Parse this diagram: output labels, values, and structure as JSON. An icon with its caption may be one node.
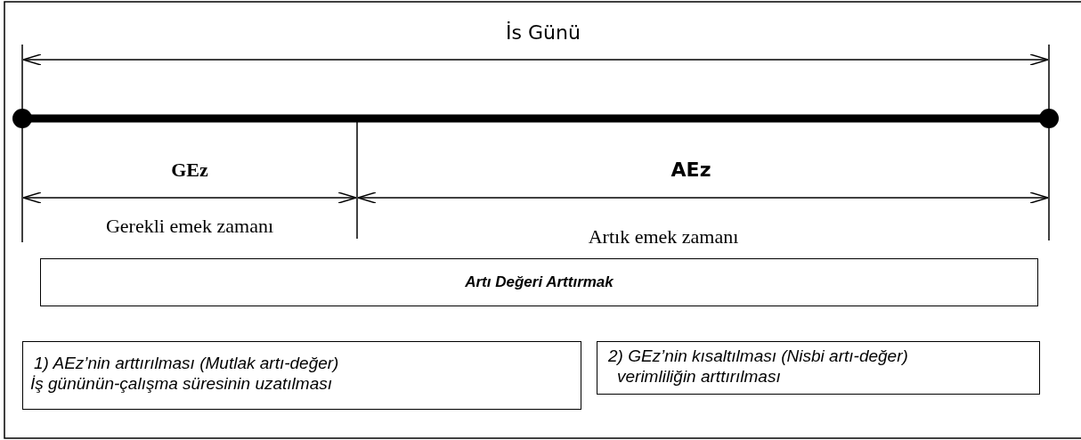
{
  "diagram": {
    "nodes": [
      {
        "text": [
          "Artı Değeri Arttırmak"
        ]
      },
      {
        "text": [
          "1) AEz’nin arttırılması (Mutlak artı-değer)",
          "İş gününün-çalışma süresinin uzatılması"
        ]
      },
      {
        "text": [
          "2) GEz’nin kısaltılması (Nisbi artı-değer)",
          "verimliliğin arttırılması"
        ]
      }
    ],
    "labels": [
      "İs Günü",
      "GEz",
      "AEz",
      "Gerekli emek zamanı",
      "Artık emek zamanı"
    ]
  }
}
